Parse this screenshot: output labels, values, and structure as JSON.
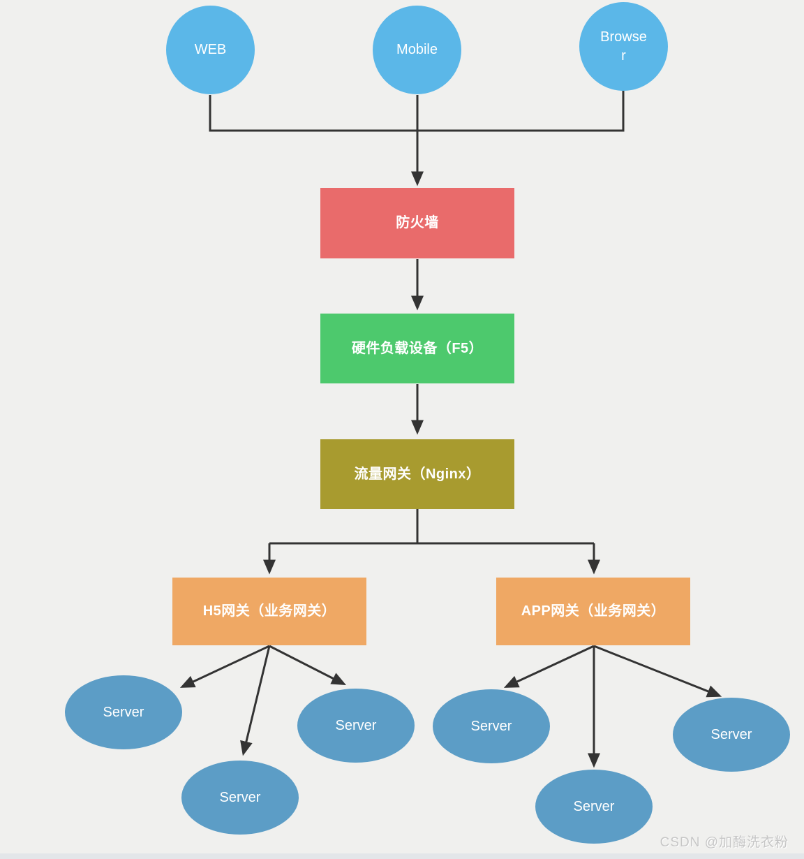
{
  "diagram": {
    "background_color": "#f0f0ee",
    "line_color": "#333333",
    "node_text_color": "#ffffff",
    "clients": [
      {
        "label": "WEB",
        "color": "#5bb7e8"
      },
      {
        "label": "Mobile",
        "color": "#5bb7e8"
      },
      {
        "label": "Browser",
        "color": "#5bb7e8"
      }
    ],
    "nodes": [
      {
        "id": "firewall",
        "label": "防火墙",
        "color": "#e96b6b"
      },
      {
        "id": "f5-load-balancer",
        "label": "硬件负载设备（F5）",
        "color": "#4dc96d"
      },
      {
        "id": "nginx-gateway",
        "label": "流量网关（Nginx）",
        "color": "#a89b2f"
      },
      {
        "id": "h5-gateway",
        "label": "H5网关（业务网关）",
        "color": "#efa864"
      },
      {
        "id": "app-gateway",
        "label": "APP网关（业务网关）",
        "color": "#efa864"
      }
    ],
    "servers": [
      {
        "label": "Server",
        "color": "#5c9dc6"
      },
      {
        "label": "Server",
        "color": "#5c9dc6"
      },
      {
        "label": "Server",
        "color": "#5c9dc6"
      },
      {
        "label": "Server",
        "color": "#5c9dc6"
      },
      {
        "label": "Server",
        "color": "#5c9dc6"
      },
      {
        "label": "Server",
        "color": "#5c9dc6"
      }
    ],
    "watermark": "CSDN @加酶洗衣粉"
  }
}
